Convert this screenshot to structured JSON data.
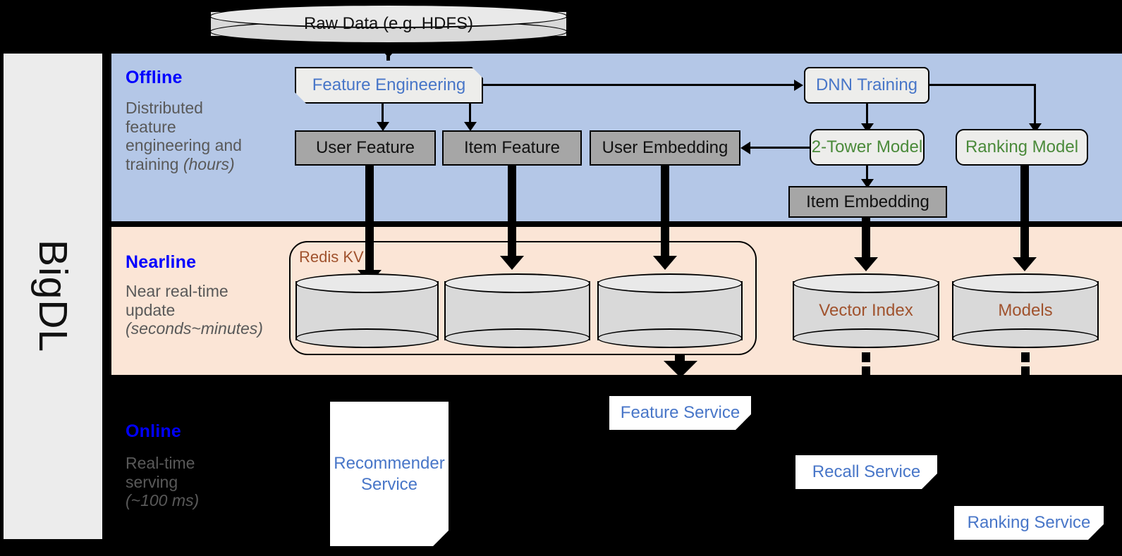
{
  "framework": {
    "name": "BigDL"
  },
  "bands": [
    {
      "id": "offline",
      "title": "Offline",
      "desc_line1": "Distributed",
      "desc_line2": "feature",
      "desc_line3": "engineering and",
      "desc_line4": "training ",
      "desc_italic": "(hours)"
    },
    {
      "id": "nearline",
      "title": "Nearline",
      "desc_line1": "Near real-time",
      "desc_line2": "update",
      "desc_line3": "",
      "desc_line4": "",
      "desc_italic": "(seconds~minutes)"
    },
    {
      "id": "online",
      "title": "Online",
      "desc_line1": "Real-time",
      "desc_line2": "serving",
      "desc_line3": "",
      "desc_line4": "",
      "desc_italic": "(~100 ms)"
    }
  ],
  "nodes": {
    "raw_data": "Raw Data (e.g. HDFS)",
    "feature_engineering": "Feature Engineering",
    "dnn_training": "DNN Training",
    "user_feature": "User Feature",
    "item_feature": "Item Feature",
    "user_embedding": "User Embedding",
    "two_tower_model": "2-Tower Model",
    "ranking_model": "Ranking Model",
    "item_embedding": "Item Embedding",
    "redis_kv": "Redis KV",
    "vector_index": "Vector Index",
    "models": "Models",
    "recommender_service": "Recommender\nService",
    "recommender_service_l1": "Recommender",
    "recommender_service_l2": "Service",
    "feature_service": "Feature Service",
    "recall_service": "Recall Service",
    "ranking_service": "Ranking Service"
  },
  "colors": {
    "offline_band": "#b4c7e7",
    "nearline_band": "#fbe5d6",
    "online_band": "#000000",
    "band_title": "#0000ff",
    "band_desc": "#595959",
    "gray_node": "#a6a6a6",
    "model_text_green": "#4a8a3a",
    "process_text_blue": "#4876c8",
    "store_text_brown": "#a0522d",
    "sidebar_bg": "#ececec",
    "cylinder_fill": "#d9d9d9"
  }
}
